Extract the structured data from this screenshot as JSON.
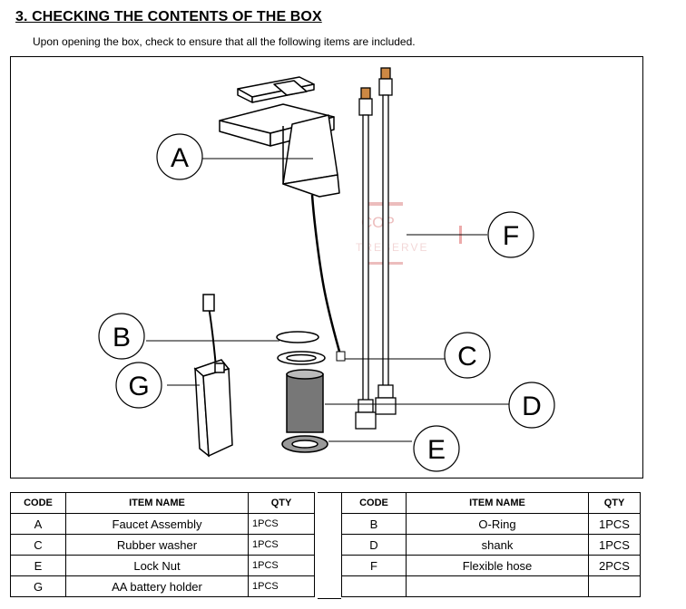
{
  "section": {
    "title": "3. CHECKING THE CONTENTS OF THE BOX",
    "intro": "Upon opening the box, check to ensure that all the following items are included."
  },
  "figure": {
    "callouts": [
      "A",
      "B",
      "C",
      "D",
      "E",
      "F",
      "G"
    ],
    "watermark": {
      "line1": "COP",
      "line2": "TRESERVE"
    }
  },
  "table": {
    "headers": {
      "code": "CODE",
      "item_name": "ITEM NAME",
      "qty": "QTY"
    },
    "left_rows": [
      {
        "code": "A",
        "name": "Faucet Assembly",
        "qty": "1PCS"
      },
      {
        "code": "C",
        "name": "Rubber washer",
        "qty": "1PCS"
      },
      {
        "code": "E",
        "name": "Lock Nut",
        "qty": "1PCS"
      },
      {
        "code": "G",
        "name": "AA battery holder",
        "qty": "1PCS"
      }
    ],
    "right_rows": [
      {
        "code": "B",
        "name": "O-Ring",
        "qty": "1PCS"
      },
      {
        "code": "D",
        "name": "shank",
        "qty": "1PCS"
      },
      {
        "code": "F",
        "name": "Flexible hose",
        "qty": "2PCS"
      },
      {
        "code": "",
        "name": "",
        "qty": ""
      }
    ]
  }
}
